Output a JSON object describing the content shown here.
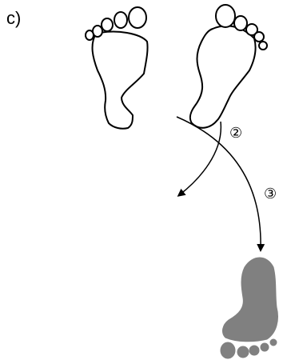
{
  "figure": {
    "panel_label": "c)",
    "step_labels": {
      "step_2": "②",
      "step_3": "③"
    }
  },
  "colors": {
    "outline": "#000000",
    "filled_foot": "#808080",
    "background": "#ffffff"
  },
  "icons": {
    "left_foot": "left-footprint-outline-icon",
    "right_foot": "right-footprint-outline-icon",
    "moved_foot": "footprint-filled-gray-icon",
    "arrow_2": "curved-arrow-icon",
    "arrow_3": "curved-arrow-icon"
  }
}
